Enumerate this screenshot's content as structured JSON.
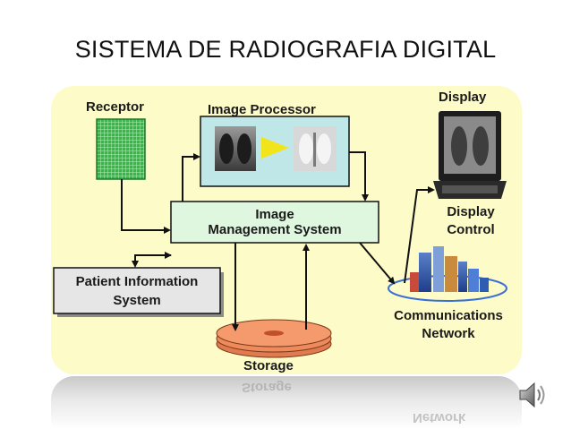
{
  "title": "SISTEMA DE RADIOGRAFIA DIGITAL",
  "diagram": {
    "receptor": "Receptor",
    "image_processor": "Image Processor",
    "display": "Display",
    "ims_line1": "Image",
    "ims_line2": "Management System",
    "display_control_line1": "Display",
    "display_control_line2": "Control",
    "pis_line1": "Patient Information",
    "pis_line2": "System",
    "storage": "Storage",
    "comm_line1": "Communications",
    "comm_line2": "Network"
  },
  "reflection": {
    "storage": "Storage",
    "network": "Network"
  },
  "icons": {
    "audio": "speaker-icon"
  }
}
